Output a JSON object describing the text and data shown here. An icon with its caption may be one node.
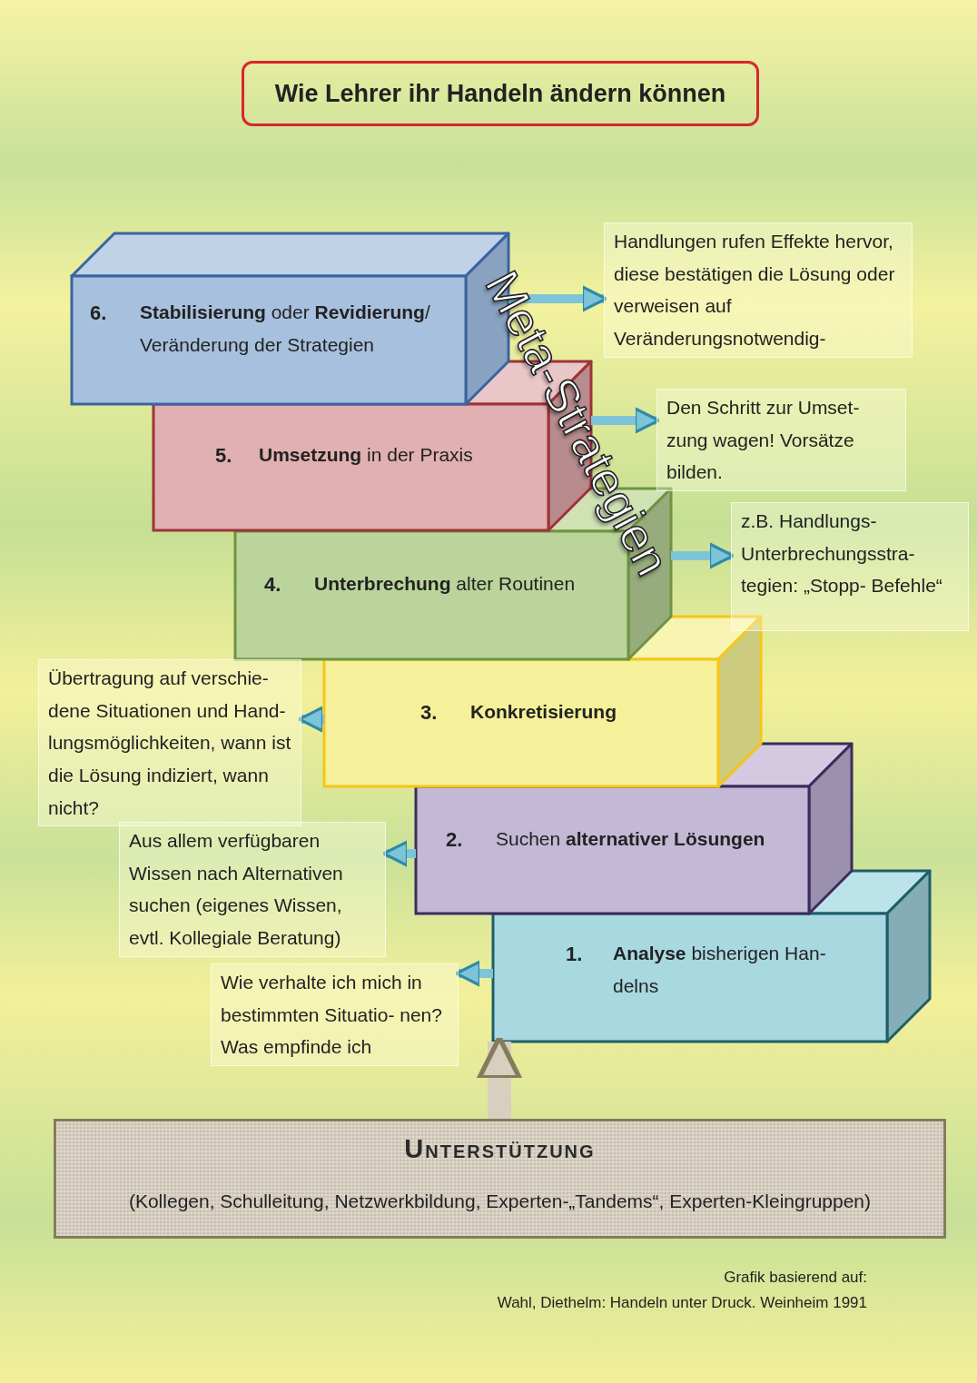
{
  "diagram": {
    "title": "Wie Lehrer ihr Handeln ändern können",
    "nodes": [
      {
        "text": [
          "6.",
          "**Stabilisierung** oder **Revidierung**/ Veränderung der Strategien"
        ]
      },
      {
        "text": [
          "5.",
          "**Umsetzung** in der Praxis"
        ]
      },
      {
        "text": [
          "4.",
          "**Unterbrechung** alter Routinen"
        ]
      },
      {
        "text": [
          "3.",
          "Konkretisierung"
        ]
      },
      {
        "text": [
          "2.",
          "Suchen **alternativer Lösungen**"
        ]
      },
      {
        "text": [
          "1.",
          "**Analyse** bisherigen Han- delns"
        ]
      },
      {
        "text": [
          "Handlungen rufen Effekte hervor, diese bestätigen die Lösung oder verweisen auf Veränderungsnotwendig-"
        ]
      },
      {
        "text": [
          "Den Schritt zur Umset- zung wagen! Vorsätze bilden."
        ]
      },
      {
        "text": [
          "z.B. Handlungs- Unterbrechungsstra- tegien: „Stopp- Befehle“"
        ]
      },
      {
        "text": [
          "Übertragung auf verschie- dene Situationen und Hand- lungsmöglichkeiten, wann ist die Lösung indiziert, wann nicht?"
        ]
      },
      {
        "text": [
          "Aus allem verfügbaren Wissen nach Alternativen suchen (eigenes Wissen, evtl. Kollegiale Beratung)"
        ]
      },
      {
        "text": [
          "Wie verhalte ich mich in bestimmten Situatio- nen? Was empfinde ich"
        ]
      },
      {
        "text": [
          "Unterstützung",
          "(Kollegen, Schulleitung, Netzwerkbildung, Experten-„Tandems“, Experten-Kleingruppen)"
        ]
      }
    ],
    "edges": [
      {
        "from": 0,
        "to": 6,
        "arrow": "to"
      },
      {
        "from": 1,
        "to": 7,
        "arrow": "to"
      },
      {
        "from": 2,
        "to": 8,
        "arrow": "to"
      },
      {
        "from": 3,
        "to": 9,
        "arrow": "to"
      },
      {
        "from": 4,
        "to": 10,
        "arrow": "to"
      },
      {
        "from": 5,
        "to": 11,
        "arrow": "to"
      },
      {
        "from": 12,
        "to": 5,
        "arrow": "to",
        "style": "thick",
        "color": "#d8cfbf"
      }
    ],
    "labels": [
      "Meta-Strategien",
      "Grafik basierend auf:",
      "Wahl, Diethelm: Handeln unter Druck. Weinheim 1991"
    ]
  }
}
